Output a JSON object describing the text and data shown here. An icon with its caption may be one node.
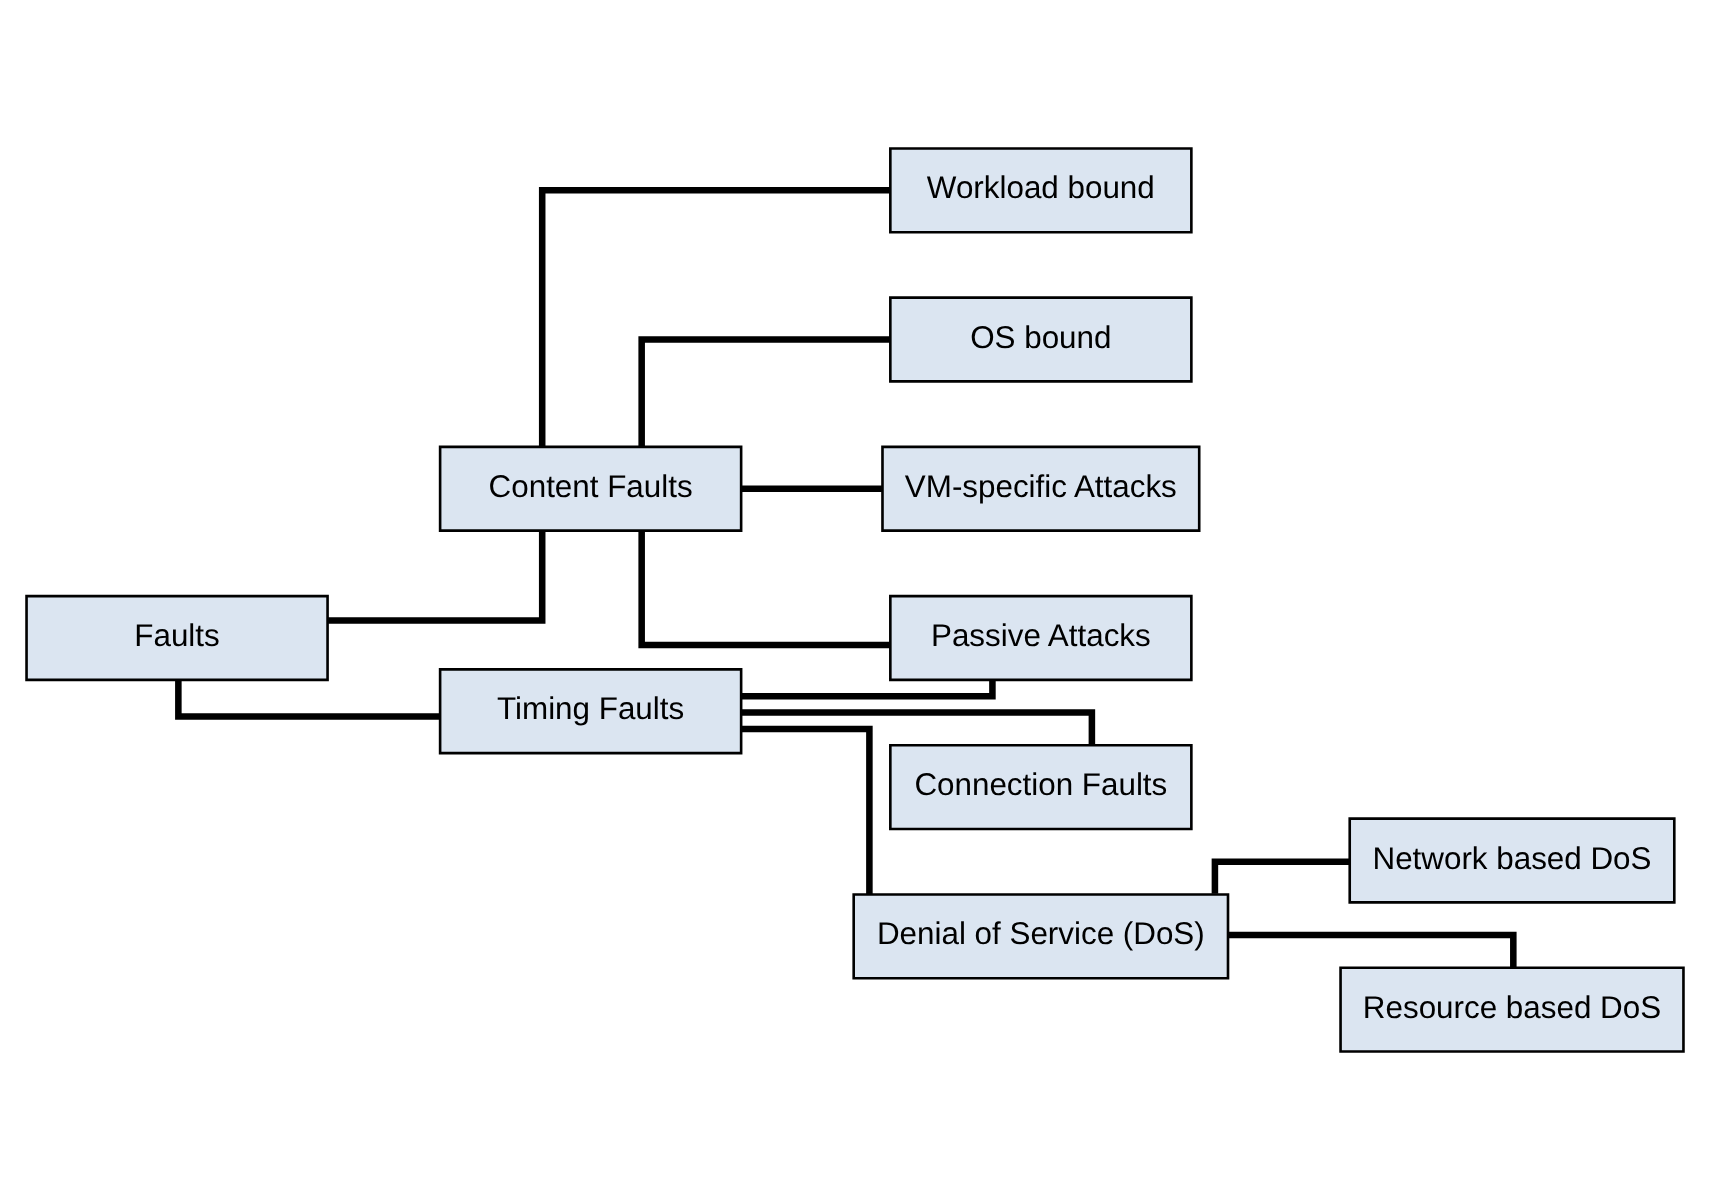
{
  "diagram": {
    "nodes": [
      {
        "text": [
          "Faults"
        ]
      },
      {
        "text": [
          "Content Faults"
        ]
      },
      {
        "text": [
          "Timing Faults"
        ]
      },
      {
        "text": [
          "Workload bound"
        ]
      },
      {
        "text": [
          "OS bound"
        ]
      },
      {
        "text": [
          "VM-specific Attacks"
        ]
      },
      {
        "text": [
          "Passive Attacks"
        ]
      },
      {
        "text": [
          "Connection Faults"
        ]
      },
      {
        "text": [
          "Denial of Service (DoS)"
        ]
      },
      {
        "text": [
          "Network based DoS"
        ]
      },
      {
        "text": [
          "Resource based DoS"
        ]
      }
    ],
    "edges": [
      {
        "from": 0,
        "to": 1,
        "arrow": "none"
      },
      {
        "from": 0,
        "to": 2,
        "arrow": "none"
      },
      {
        "from": 1,
        "to": 3,
        "arrow": "none"
      },
      {
        "from": 1,
        "to": 4,
        "arrow": "none"
      },
      {
        "from": 1,
        "to": 5,
        "arrow": "none"
      },
      {
        "from": 1,
        "to": 6,
        "arrow": "none"
      },
      {
        "from": 2,
        "to": 6,
        "arrow": "none"
      },
      {
        "from": 2,
        "to": 7,
        "arrow": "none"
      },
      {
        "from": 2,
        "to": 8,
        "arrow": "none"
      },
      {
        "from": 8,
        "to": 9,
        "arrow": "none"
      },
      {
        "from": 8,
        "to": 10,
        "arrow": "none"
      }
    ]
  }
}
